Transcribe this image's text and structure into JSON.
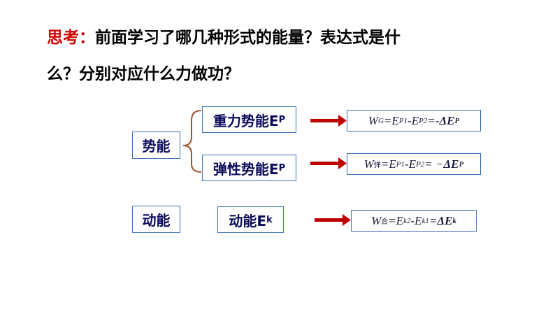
{
  "question": {
    "prompt": "思考：",
    "line1": "前面学习了哪几种形式的能量？表达式是什",
    "line2": "么？分别对应什么力做功？"
  },
  "categories": {
    "potential": "势能",
    "kinetic": "动能"
  },
  "energy_terms": {
    "gravity": {
      "label": "重力势能E",
      "sub": "P"
    },
    "elastic": {
      "label": "弹性势能E",
      "sub": "P"
    },
    "kinetic": {
      "label": "动能E",
      "sub": "k"
    }
  },
  "formulas": {
    "gravity": {
      "w": "W",
      "w_sub": "G",
      "eq1": "=E",
      "s1": "P1",
      "minus": "-E",
      "s2": "P2",
      "eq2": "=-",
      "delta": "ΔE",
      "ds": "P"
    },
    "elastic": {
      "w": "W",
      "w_sub": "弹",
      "eq1": "=E",
      "s1": "P1",
      "minus": "-E",
      "s2": "P2",
      "eq2": "= −",
      "delta": "ΔE",
      "ds": "P"
    },
    "kinetic": {
      "w": "W",
      "w_sub": "合",
      "eq1": "=E",
      "s1": "k2",
      "minus": "-E",
      "s2": "k1",
      "eq2": " =",
      "delta": "ΔE",
      "ds": "k"
    }
  },
  "colors": {
    "prompt": "#d40000",
    "arrow": "#c00000",
    "box_border": "#3a6fb5",
    "brace": "#a0522d"
  }
}
